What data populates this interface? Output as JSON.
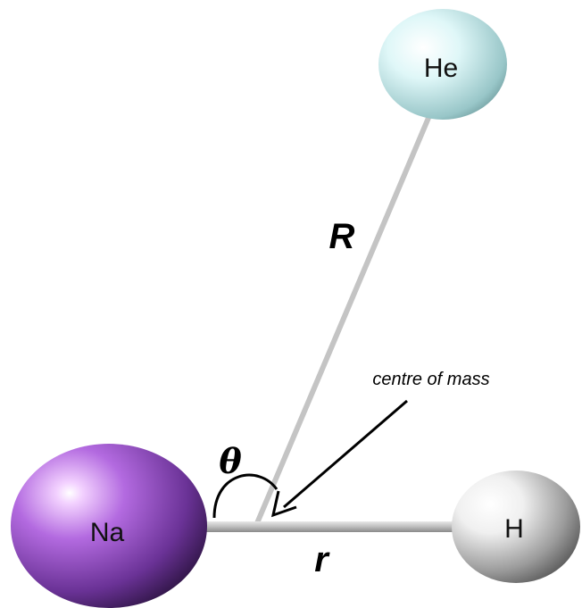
{
  "atoms": {
    "na": {
      "label": "Na",
      "color": "#7a3fa6"
    },
    "he": {
      "label": "He",
      "color": "#c9eef0"
    },
    "h": {
      "label": "H",
      "color": "#9a9a9a"
    }
  },
  "labels": {
    "R": "R",
    "r": "r",
    "theta": "θ",
    "centre_of_mass": "centre of mass"
  },
  "colors": {
    "bond": "#c4c4c4",
    "arrow": "#000000"
  }
}
